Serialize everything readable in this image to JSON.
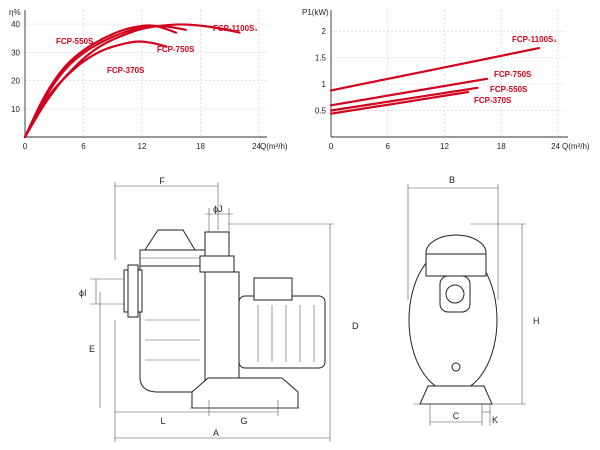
{
  "chart_data": [
    {
      "type": "line",
      "ylabel": "η%",
      "xlabel": "Q(m³/h)",
      "xlim": [
        0,
        24
      ],
      "ylim": [
        0,
        45
      ],
      "xticks": [
        "0",
        "6",
        "12",
        "18",
        "24"
      ],
      "yticks": [
        "10",
        "20",
        "30",
        "40"
      ],
      "series": [
        {
          "name": "FCP-550S",
          "x": [
            0,
            2,
            4,
            6,
            8,
            10,
            12,
            13.5,
            15.5
          ],
          "y": [
            0,
            15,
            25,
            31,
            35,
            38,
            39.5,
            39.5,
            37
          ]
        },
        {
          "name": "FCP-750S",
          "x": [
            0,
            2,
            4,
            6,
            8,
            10,
            12,
            14,
            16.5
          ],
          "y": [
            0,
            14,
            24,
            30,
            34,
            37,
            39,
            39.5,
            38
          ]
        },
        {
          "name": "FCP-1100S₁",
          "x": [
            0,
            2,
            4,
            6,
            8,
            10,
            12,
            14,
            16,
            18,
            20,
            22
          ],
          "y": [
            0,
            12,
            21,
            28,
            33,
            36,
            38.5,
            39.5,
            40,
            39.5,
            38.5,
            37
          ]
        },
        {
          "name": "FCP-370S",
          "x": [
            0,
            2,
            4,
            6,
            8,
            10,
            11.5,
            13,
            14.5
          ],
          "y": [
            0,
            13,
            21,
            27,
            31,
            33,
            34,
            33.5,
            32
          ]
        }
      ]
    },
    {
      "type": "line",
      "ylabel": "P1(kW)",
      "xlabel": "Q(m³/h)",
      "xlim": [
        0,
        24
      ],
      "ylim": [
        0,
        2.4
      ],
      "xticks": [
        "0",
        "6",
        "12",
        "18",
        "24"
      ],
      "yticks": [
        "0.5",
        "1",
        "1.5",
        "2"
      ],
      "series": [
        {
          "name": "FCP-1100S₁",
          "x": [
            0,
            22
          ],
          "y": [
            0.88,
            1.68
          ]
        },
        {
          "name": "FCP-750S",
          "x": [
            0,
            16.5
          ],
          "y": [
            0.6,
            1.1
          ]
        },
        {
          "name": "FCP-550S",
          "x": [
            0,
            15.5
          ],
          "y": [
            0.5,
            0.93
          ]
        },
        {
          "name": "FCP-370S",
          "x": [
            0,
            14.5
          ],
          "y": [
            0.44,
            0.85
          ]
        }
      ]
    }
  ],
  "dimensions": {
    "F": "F",
    "J": "ϕJ",
    "I": "ϕI",
    "E": "E",
    "D": "D",
    "L": "L",
    "G": "G",
    "A": "A",
    "B": "B",
    "H": "H",
    "C": "C",
    "K": "K"
  }
}
